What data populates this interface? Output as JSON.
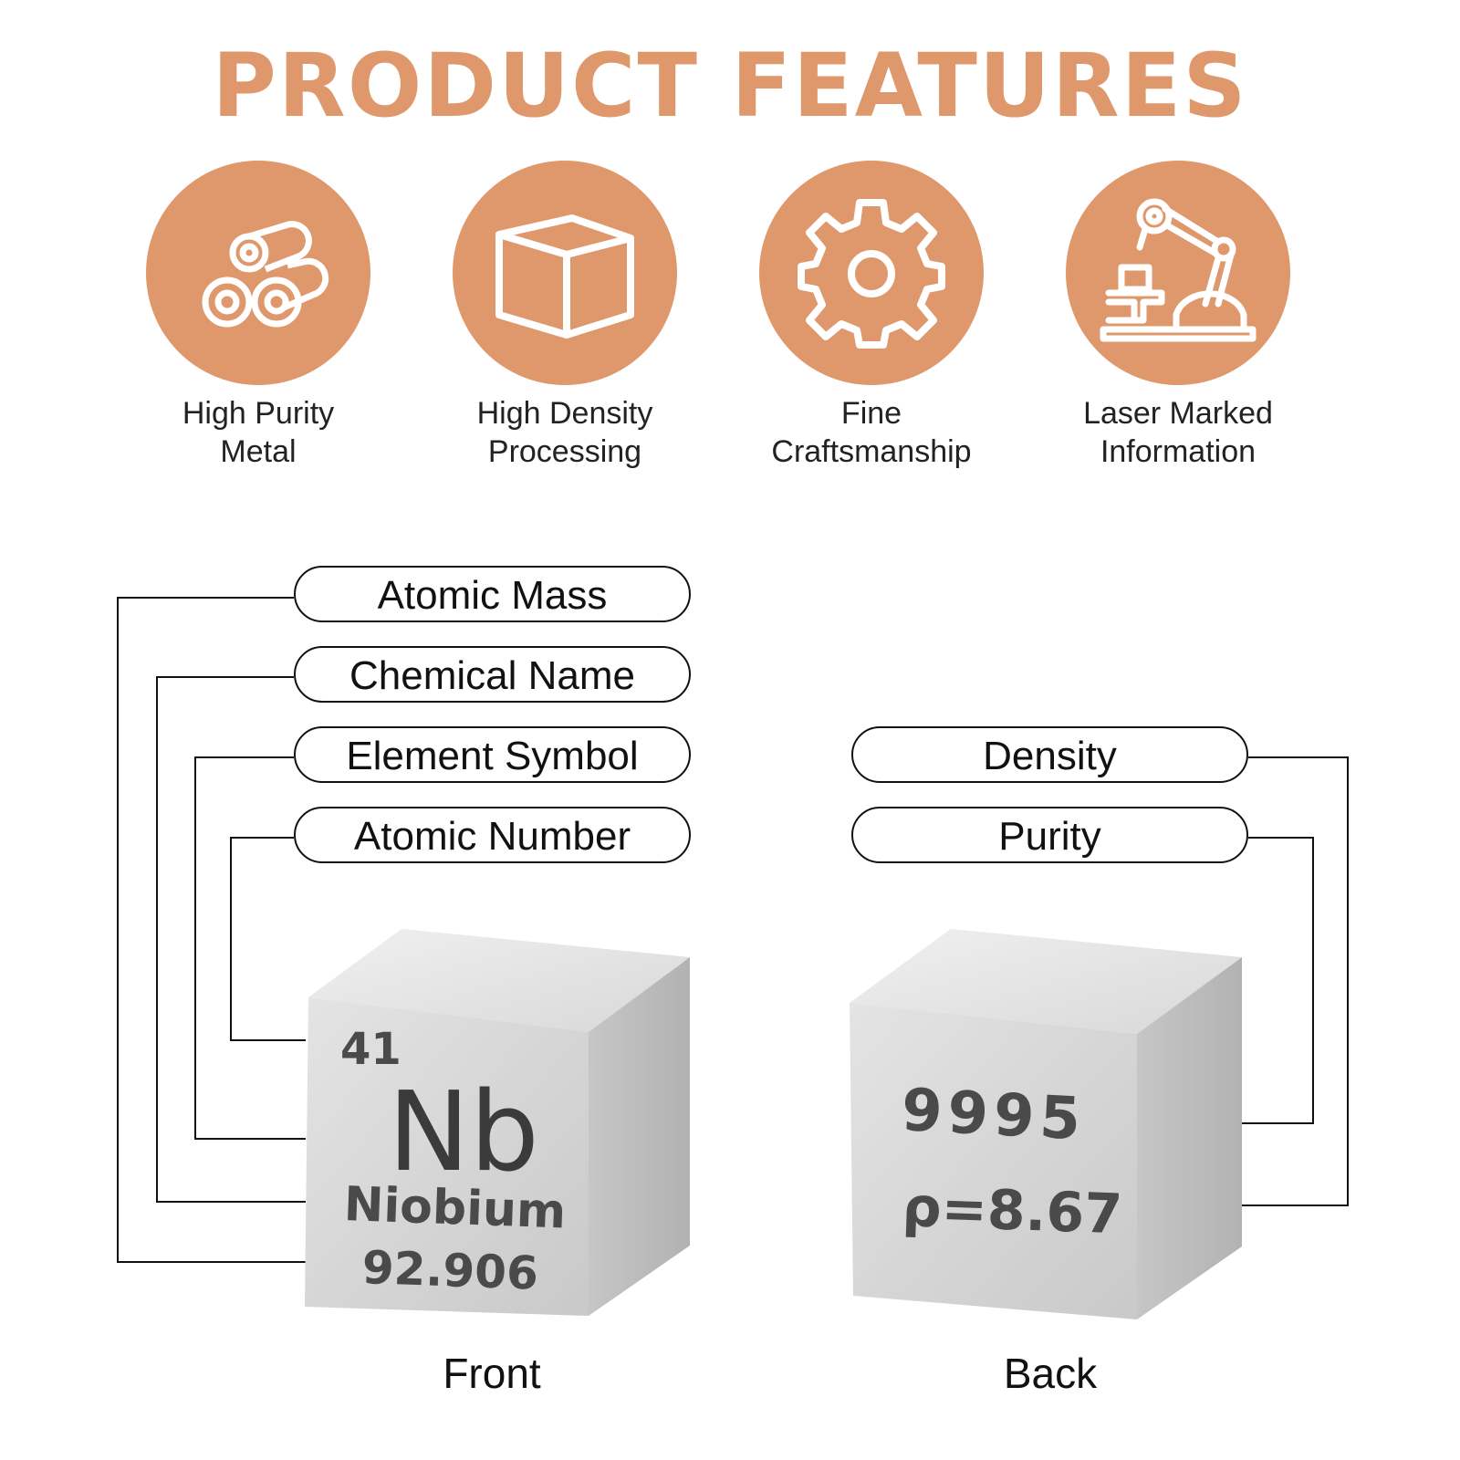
{
  "title": "PRODUCT FEATURES",
  "accent_color": "#DE986C",
  "features": [
    {
      "icon": "metal-rolls-icon",
      "line1": "High Purity",
      "line2": "Metal"
    },
    {
      "icon": "cube-icon",
      "line1": "High Density",
      "line2": "Processing"
    },
    {
      "icon": "gear-icon",
      "line1": "Fine",
      "line2": "Craftsmanship"
    },
    {
      "icon": "robot-arm-icon",
      "line1": "Laser Marked",
      "line2": "Information"
    }
  ],
  "front_labels": [
    "Atomic Mass",
    "Chemical Name",
    "Element Symbol",
    "Atomic Number"
  ],
  "back_labels": [
    "Density",
    "Purity"
  ],
  "front_cube": {
    "number": "41",
    "symbol": "Nb",
    "name": "Niobium",
    "mass": "92.906"
  },
  "back_cube": {
    "purity": "9995",
    "density": "ρ=8.67"
  },
  "captions": {
    "front": "Front",
    "back": "Back"
  }
}
